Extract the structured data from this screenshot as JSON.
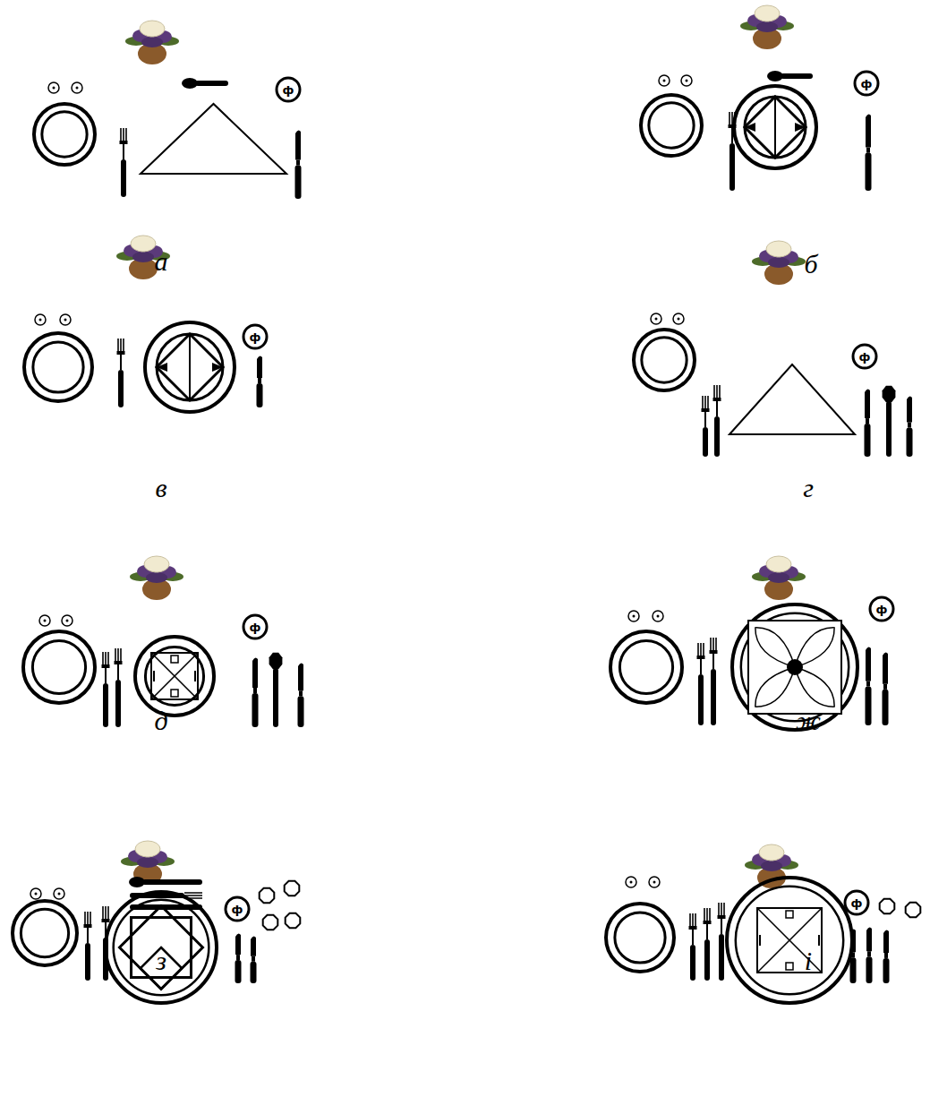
{
  "diagram": {
    "labels": [
      "ф",
      "а",
      "ф",
      "б",
      "ф",
      "в",
      "ф",
      "г",
      "ф",
      "д",
      "ф",
      "ж",
      "ф",
      "з",
      "ф",
      "і"
    ]
  }
}
